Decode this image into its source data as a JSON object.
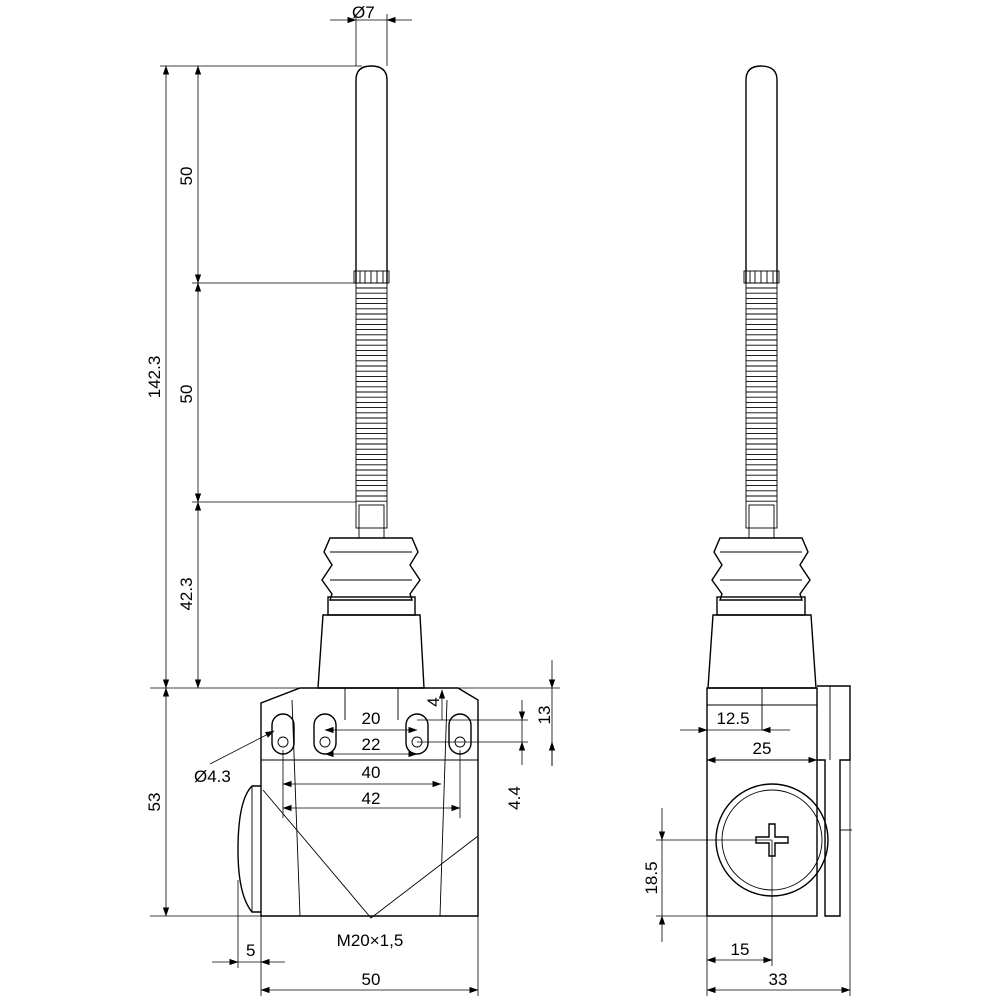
{
  "front_view": {
    "dim_rod_diameter": "Ø7",
    "dim_total_height": "142.3",
    "dim_rigid_segment": "50",
    "dim_spring_segment": "50",
    "dim_boot_height": "42.3",
    "dim_body_height": "53",
    "dim_offset_4": "4",
    "dim_slot_20": "20",
    "dim_slot_22": "22",
    "dim_height_13": "13",
    "dim_hole_diameter": "Ø4.3",
    "dim_mount_40": "40",
    "dim_mount_42": "42",
    "dim_slot_4_4": "4.4",
    "dim_cap_5": "5",
    "dim_thread": "M20×1,5",
    "dim_body_width": "50"
  },
  "side_view": {
    "dim_12_5": "12.5",
    "dim_25": "25",
    "dim_18_5": "18.5",
    "dim_15": "15",
    "dim_33": "33"
  }
}
